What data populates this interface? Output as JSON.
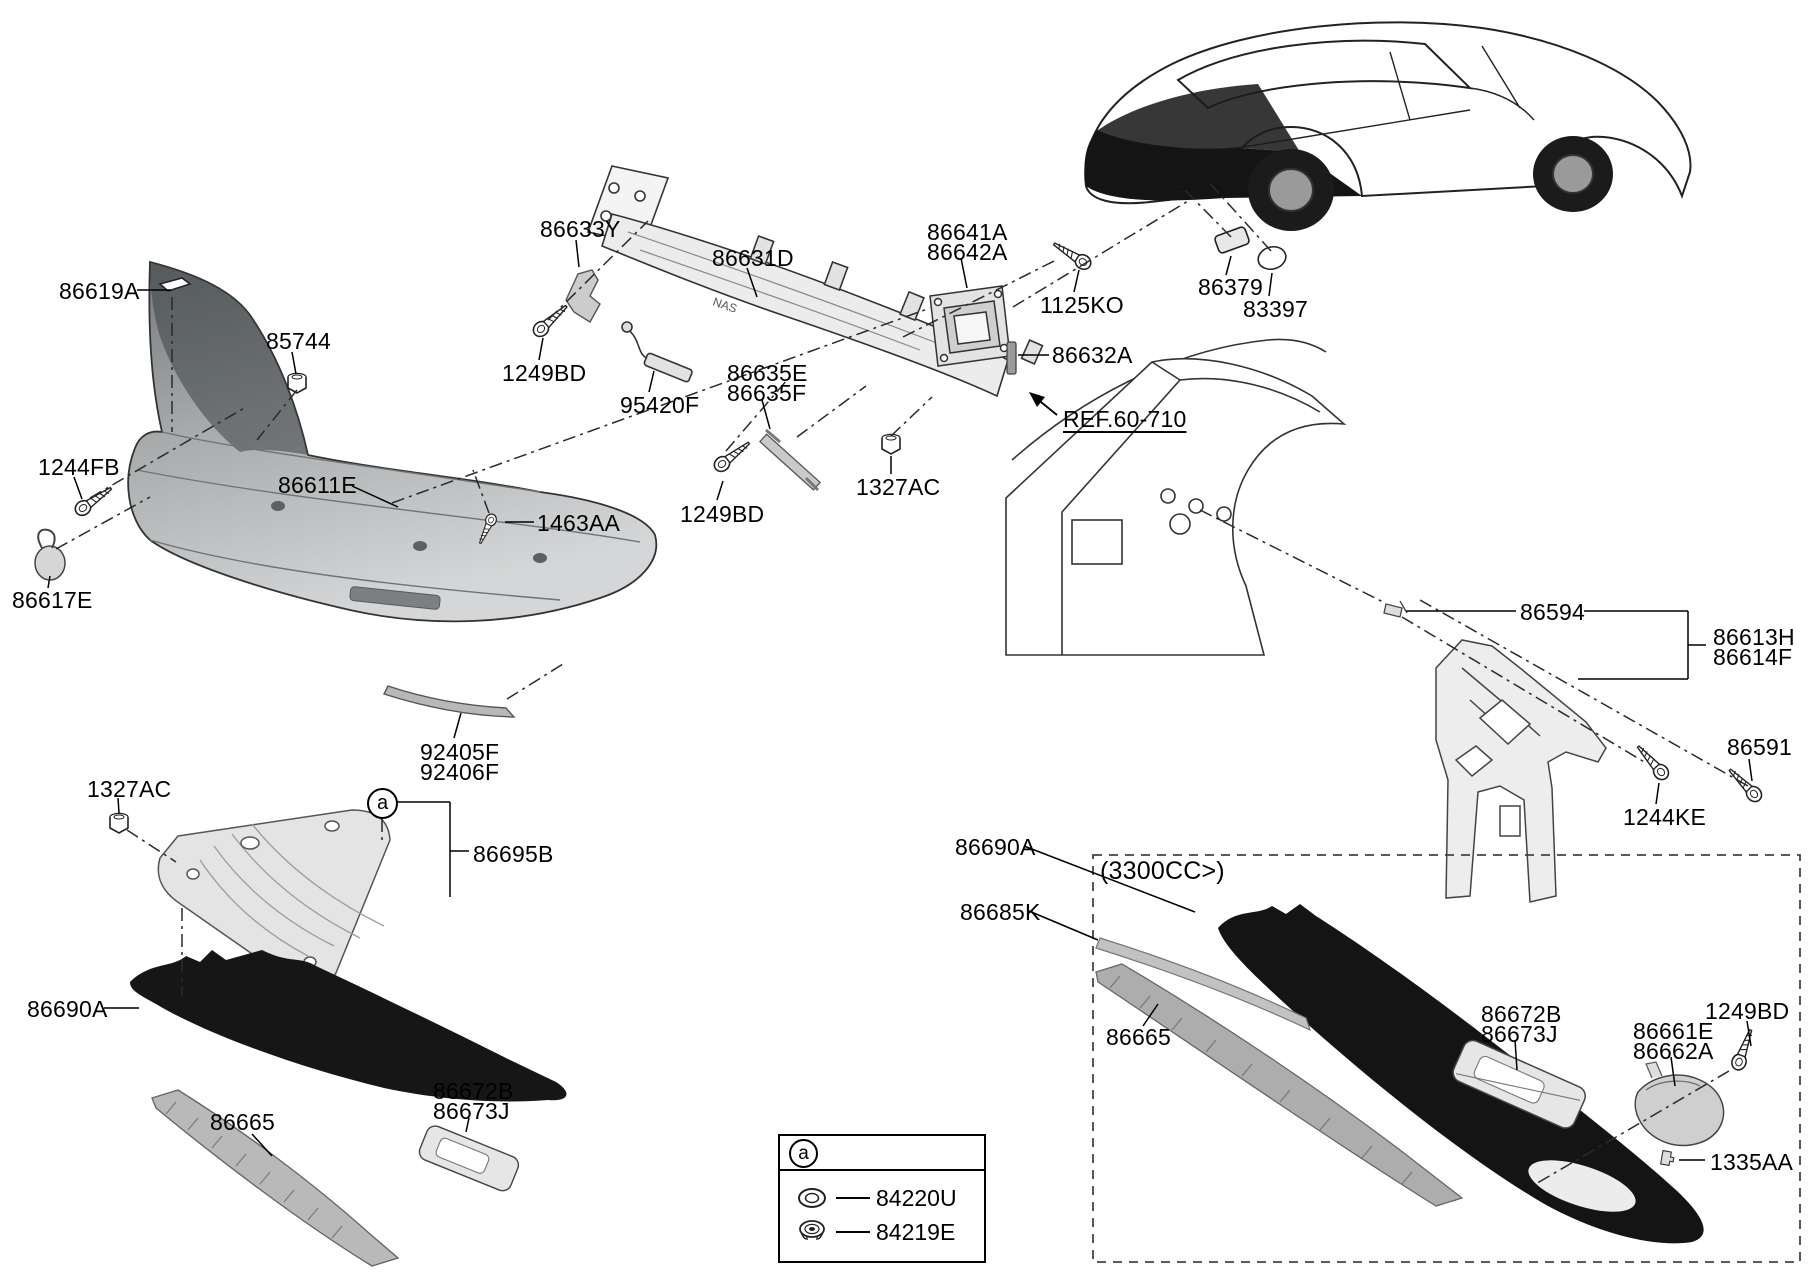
{
  "labels": {
    "n86619A": "86619A",
    "n85744": "85744",
    "n86633Y": "86633Y",
    "n86631D": "86631D",
    "n1249BD": "1249BD",
    "n95420F": "95420F",
    "n86635": "86635E\n86635F",
    "n86641": "86641A\n86642A",
    "n1125KO": "1125KO",
    "n86632A": "86632A",
    "n86379": "86379",
    "n83397": "83397",
    "n1244FB": "1244FB",
    "n86611E": "86611E",
    "n1463AA": "1463AA",
    "n1327AC": "1327AC",
    "n86617E": "86617E",
    "n92405": "92405F\n92406F",
    "n86695B": "86695B",
    "n86690A": "86690A",
    "n86672": "86672B\n86673J",
    "n86665": "86665",
    "n86594": "86594",
    "n86613": "86613H\n86614F",
    "n86591": "86591",
    "n1244KE": "1244KE",
    "n86685K": "86685K",
    "n86661": "86661E\n86662A",
    "n1335AA": "1335AA"
  },
  "annotations": {
    "ref_callout": "REF.60-710",
    "engine_variant_note": "(3300CC>)",
    "beam_stamp": "NAS",
    "callout_marker": "a"
  },
  "legend": {
    "marker": "a",
    "items": [
      {
        "icon": "grommet-icon",
        "part_no": "84220U"
      },
      {
        "icon": "flange-nut-icon",
        "part_no": "84219E"
      }
    ]
  },
  "colors": {
    "background": "#ffffff",
    "line_art": "#1f1f1f",
    "dark_trim": "#141414"
  }
}
